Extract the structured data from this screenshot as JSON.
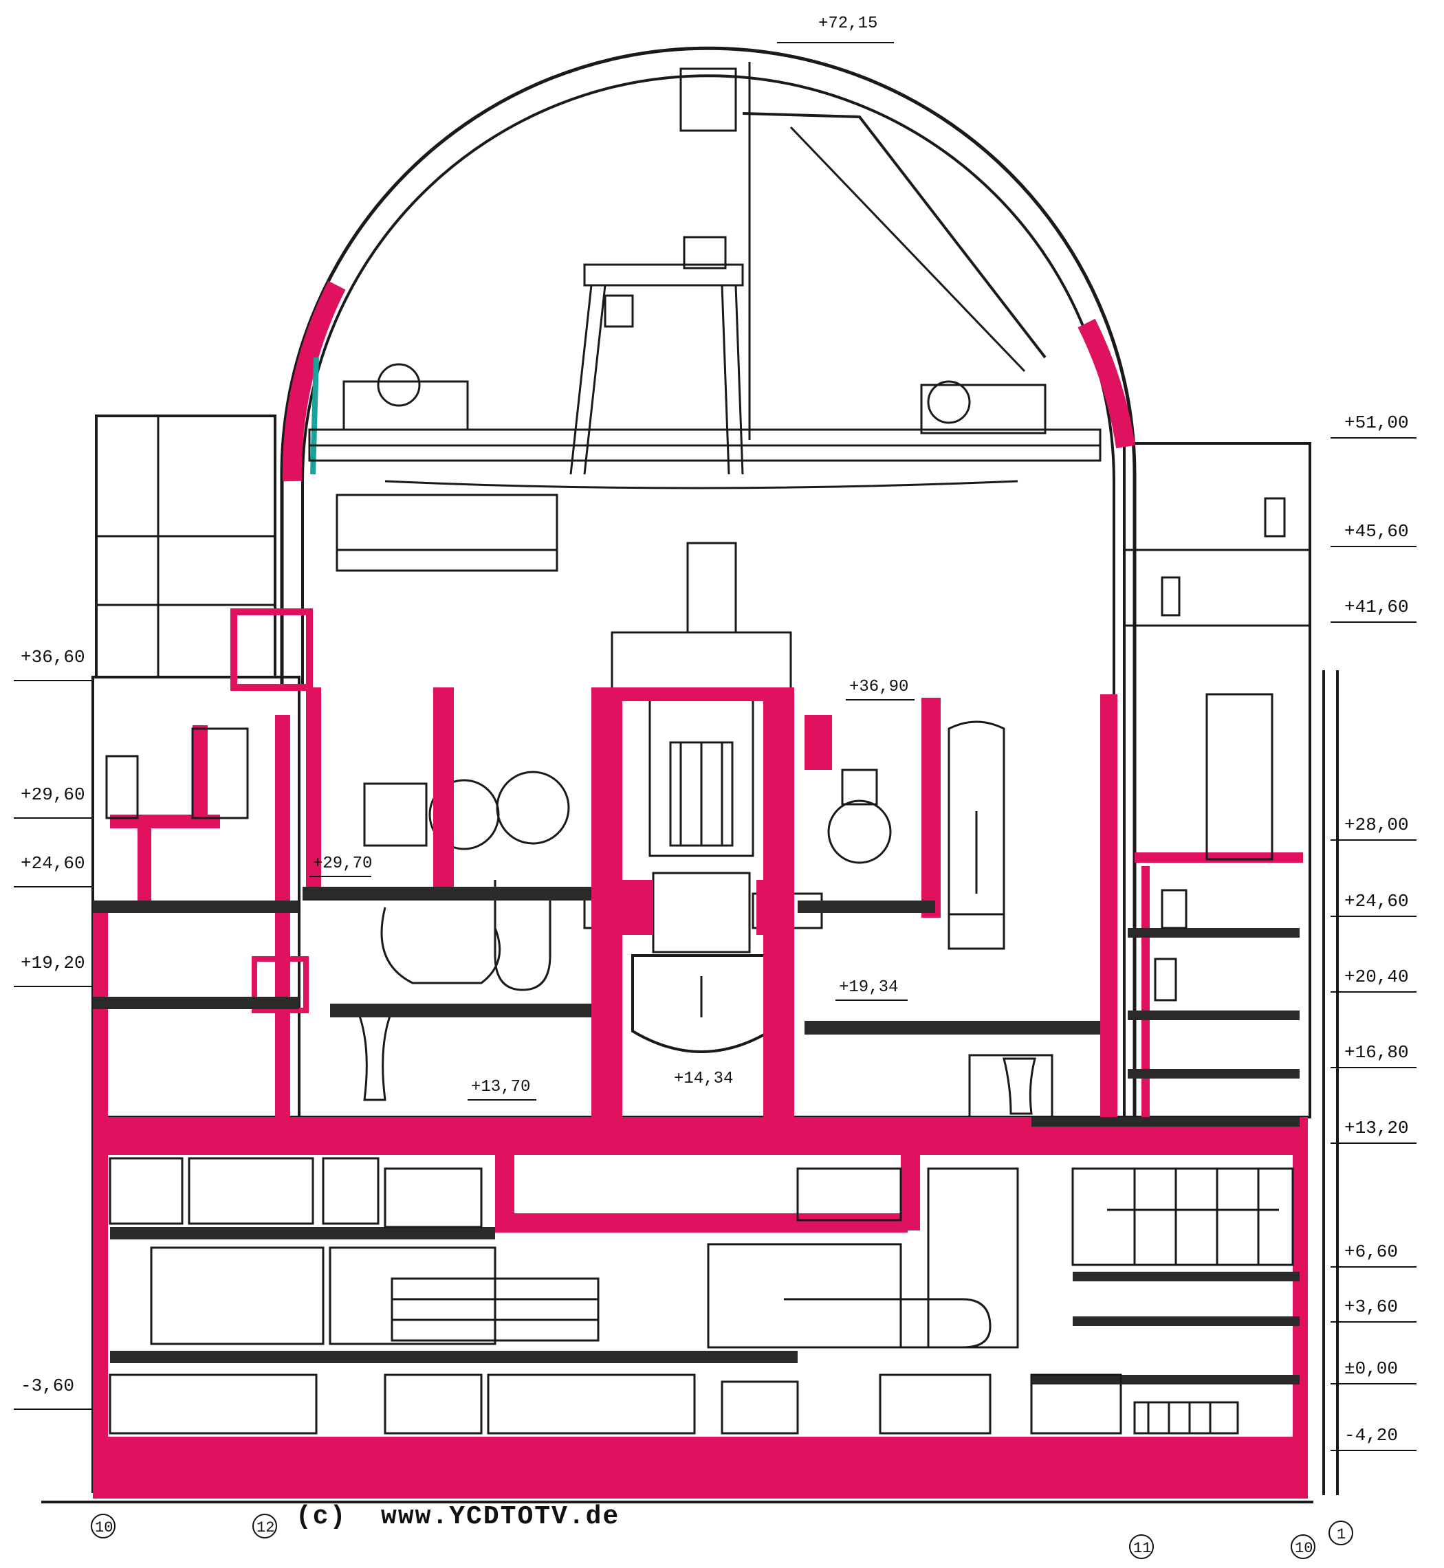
{
  "colors": {
    "ink": "#1a1a1a",
    "highlight": "#e0115f",
    "accent": "#1aa39a",
    "paper": "#ffffff"
  },
  "levels_left": [
    "+36,60",
    "+29,60",
    "+24,60",
    "+19,20",
    "-3,60"
  ],
  "levels_right": [
    "+51,00",
    "+45,60",
    "+41,60",
    "+28,00",
    "+24,60",
    "+20,40",
    "+16,80",
    "+13,20",
    "+6,60",
    "+3,60",
    "±0,00",
    "-4,20"
  ],
  "levels_inner": [
    "+36,90",
    "+29,70",
    "+19,34",
    "+13,70",
    "+14,34"
  ],
  "dome_top_level": "+72,15",
  "axis_markers": [
    "10",
    "12",
    "",
    "11",
    "10",
    "1"
  ],
  "credit": "(c)  www.YCDTOTV.de"
}
